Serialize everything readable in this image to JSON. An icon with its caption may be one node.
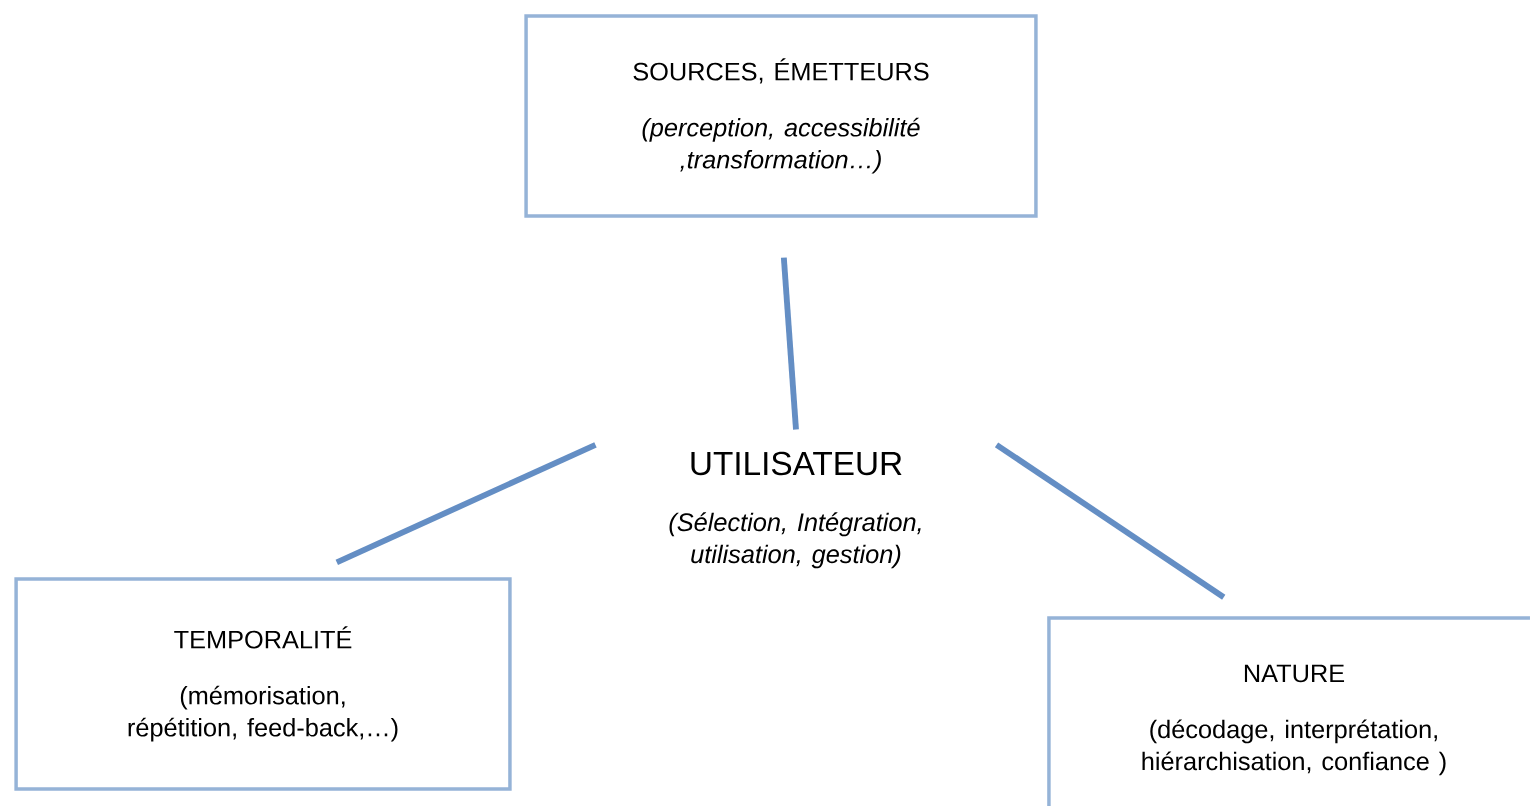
{
  "diagram": {
    "nodes": [
      {
        "text": [
          "SOURCES, ÉMETTEURS",
          "(perception, accessibilité ,transformation…)"
        ]
      },
      {
        "text": [
          "UTILISATEUR",
          "(Sélection, Intégration, utilisation, gestion)"
        ]
      },
      {
        "text": [
          "TEMPORALITÉ",
          "(mémorisation, répétition, feed-back,…)"
        ]
      },
      {
        "text": [
          "NATURE",
          "(décodage, interprétation, hiérarchisation, confiance )"
        ]
      }
    ],
    "edges": [
      {
        "from": 0,
        "to": 1,
        "arrow": "none"
      },
      {
        "from": 1,
        "to": 2,
        "arrow": "none"
      },
      {
        "from": 1,
        "to": 3,
        "arrow": "none"
      }
    ]
  }
}
